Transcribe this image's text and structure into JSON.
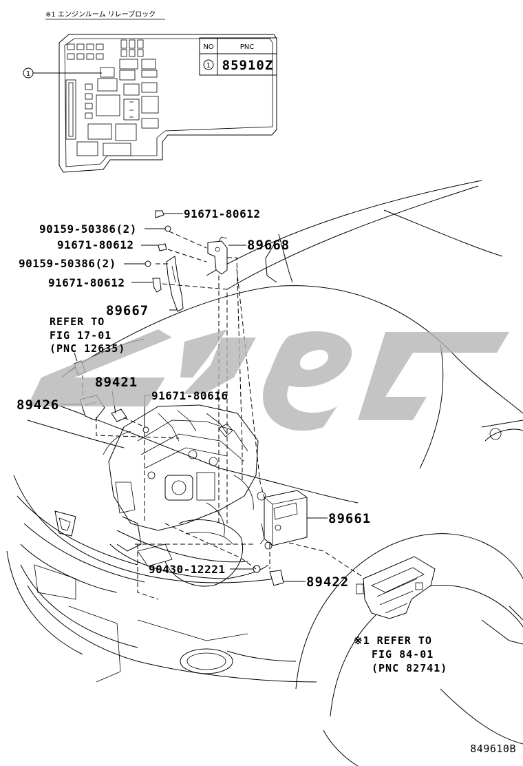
{
  "inset": {
    "caption": "※1 エンジンルーム リレーブロック",
    "callout_number": "1"
  },
  "pnc_table": {
    "header_no": "NO",
    "header_pnc": "PNC",
    "row_no": "1",
    "row_pnc": "85910Z"
  },
  "labels": {
    "l_91671_top": "91671-80612",
    "l_90159_a": "90159-50386(2)",
    "l_91671_b": "91671-80612",
    "l_89668": "89668",
    "l_90159_b": "90159-50386(2)",
    "l_91671_c": "91671-80612",
    "l_89667": "89667",
    "l_89421": "89421",
    "l_89426": "89426",
    "l_91671_d": "91671-80616",
    "l_89661": "89661",
    "l_90430": "90430-12221",
    "l_89422": "89422"
  },
  "notes": {
    "refer1_line1": "REFER TO",
    "refer1_line2": "FIG 17-01",
    "refer1_line3": "(PNC 12635)",
    "refer2_line1": "※1 REFER TO",
    "refer2_line2": "FIG 84-01",
    "refer2_line3": "(PNC 82741)"
  },
  "figure_id": "849610B",
  "colors": {
    "watermark": "#b4b4b4",
    "line": "#000000",
    "background": "#ffffff"
  }
}
